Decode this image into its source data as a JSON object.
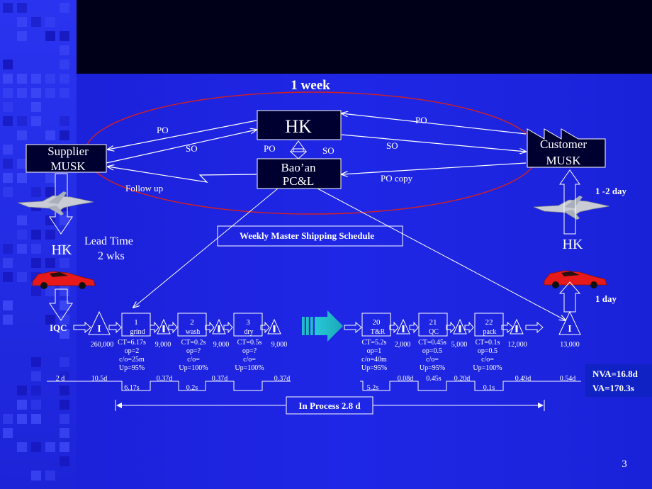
{
  "page_number": "3",
  "title_period": "1 week",
  "hk_center": "HK",
  "baoan": {
    "line1": "Bao’an",
    "line2": "PC&L"
  },
  "supplier": {
    "line1": "Supplier",
    "line2": "MUSK"
  },
  "customer": {
    "line1": "Customer",
    "line2": "MUSK"
  },
  "info_flows": {
    "po_left": "PO",
    "so_left": "SO",
    "po_mid": "PO",
    "so_mid": "SO",
    "po_right": "PO",
    "so_right": "SO",
    "po_copy": "PO copy",
    "follow_up": "Follow up"
  },
  "schedule": "Weekly Master Shipping Schedule",
  "left_column": {
    "hk": "HK",
    "lead_time_1": "Lead Time",
    "lead_time_2": "2  wks",
    "iqc": "IQC"
  },
  "right_column": {
    "hk": "HK",
    "days_top": "1 -2 day",
    "days_bottom": "1 day"
  },
  "inventory": {
    "symbol": "I",
    "qty_start": "260,000",
    "qty_1": "9,000",
    "qty_2": "9,000",
    "qty_3": "9,000",
    "qty_20": "2,000",
    "qty_21": "5,000",
    "qty_22": "12,000",
    "qty_end": "13,000"
  },
  "processes": [
    {
      "num": "1",
      "name": "grind",
      "ct": "CT=6.17s",
      "op": "op=2",
      "co": "c/o=25m",
      "up": "Up=95%"
    },
    {
      "num": "2",
      "name": "wash",
      "ct": "CT=0.2s",
      "op": "op=?",
      "co": "c/o=",
      "up": "Up=100%"
    },
    {
      "num": "3",
      "name": "dry",
      "ct": "CT=0.5s",
      "op": "op=?",
      "co": "c/o=",
      "up": "Up=100%"
    },
    {
      "num": "20",
      "name": "T&R",
      "ct": "CT=5.2s",
      "op": "op=1",
      "co": "c/o=40m",
      "up": "Up=95%"
    },
    {
      "num": "21",
      "name": "QC",
      "ct": "CT=0.45s",
      "op": "op=0.5",
      "co": "c/o=",
      "up": "Up=95%"
    },
    {
      "num": "22",
      "name": "pack",
      "ct": "CT=0.1s",
      "op": "op=0.5",
      "co": "c/o=",
      "up": "Up=100%"
    }
  ],
  "timeline": {
    "top": [
      "2 d",
      "10.5d",
      "0.37d",
      "0.37d",
      "0.37d",
      "0.08d",
      "0.20d",
      "0.49d",
      "0.54d"
    ],
    "bottom": [
      "6.17s",
      "0.2s",
      "5.2s",
      "0.45s",
      "0.1s"
    ]
  },
  "in_process": "In Process 2.8 d",
  "summary": {
    "nva": "NVA=16.8d",
    "va": "VA=170.3s"
  },
  "colors": {
    "ellipse": "#d42020",
    "title": "#ff1a1a",
    "nva": "#ff1a1a",
    "va": "#33ee44",
    "push_arrow": "#1fd2c8"
  }
}
